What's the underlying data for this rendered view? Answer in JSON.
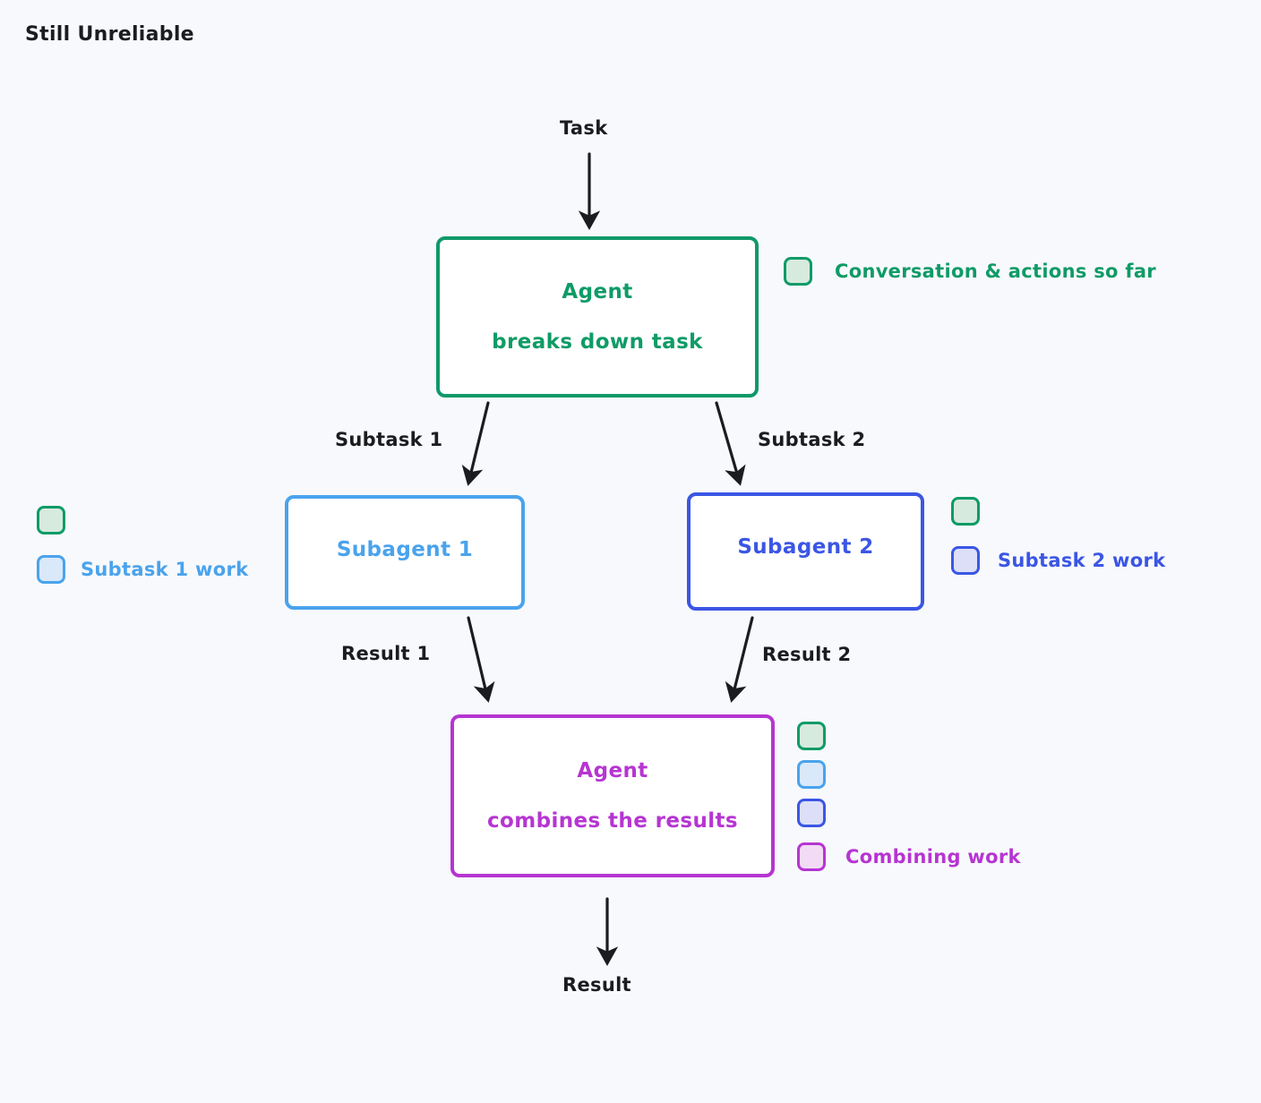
{
  "title": "Still Unreliable",
  "colors": {
    "background": "#f8f9fc",
    "text": "#1b1c1f",
    "green": "#0f9b67",
    "green_fill": "#d7eade",
    "blue": "#4aa3ec",
    "blue_fill": "#d9e9fa",
    "indigo": "#3b56e4",
    "indigo_fill": "#dcdff7",
    "purple": "#b635d1",
    "purple_fill": "#f2dcf5",
    "arrow": "#1b1c1f"
  },
  "nodes": {
    "orchestrator": {
      "line1": "Agent",
      "line2": "breaks down task",
      "color": "#0f9b67"
    },
    "subagent_1": {
      "line1": "Subagent 1",
      "color": "#4aa3ec"
    },
    "subagent_2": {
      "line1": "Subagent 2",
      "color": "#3b56e4"
    },
    "combiner": {
      "line1": "Agent",
      "line2": "combines the results",
      "color": "#b635d1"
    }
  },
  "edges": {
    "task": "Task",
    "subtask_1": "Subtask 1",
    "subtask_2": "Subtask 2",
    "result_1": "Result 1",
    "result_2": "Result 2",
    "result": "Result"
  },
  "legends": {
    "orchestrator_context": {
      "label": "Conversation & actions so far",
      "swatches": [
        "green"
      ]
    },
    "subagent_1_context": {
      "label": "Subtask 1 work",
      "swatches": [
        "green",
        "blue"
      ]
    },
    "subagent_2_context": {
      "label": "Subtask 2 work",
      "swatches": [
        "green",
        "indigo"
      ]
    },
    "combiner_context": {
      "label": "Combining work",
      "swatches": [
        "green",
        "blue",
        "indigo",
        "purple"
      ]
    }
  }
}
